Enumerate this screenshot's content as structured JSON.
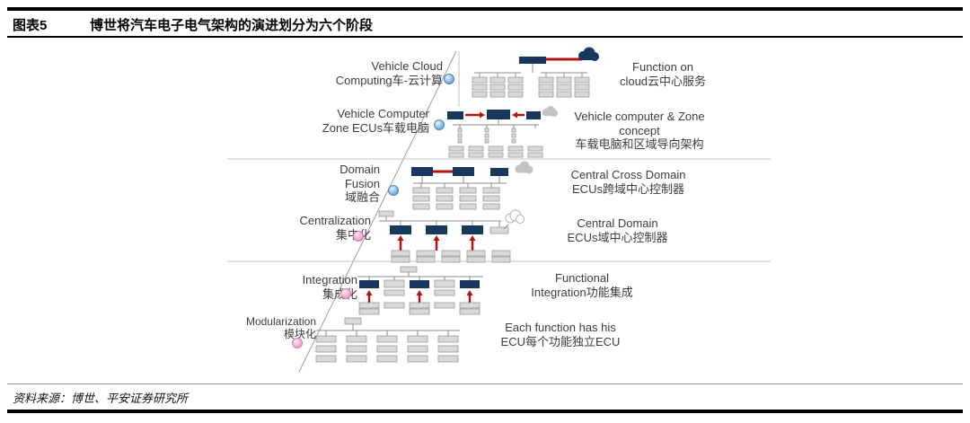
{
  "figure": {
    "label": "图表5",
    "title": "博世将汽车电子电气架构的演进划分为六个阶段",
    "source": "资料来源：博世、平安证券研究所"
  },
  "diagram": {
    "stages": [
      {
        "name": "vehicle-cloud-computing",
        "left_label": "Vehicle Cloud\nComputing车-云计算",
        "right_label": "Function on\ncloud云中心服务",
        "dot_color": "#6aa7dd"
      },
      {
        "name": "vehicle-computer-zone-ecus",
        "left_label": "Vehicle Computer\nZone ECUs车载电脑",
        "right_label": "Vehicle computer & Zone\nconcept\n车载电脑和区域导向架构",
        "dot_color": "#6aa7dd"
      },
      {
        "name": "domain-fusion",
        "left_label": "Domain\nFusion\n域融合",
        "right_label": "Central Cross Domain\nECUs跨域中心控制器",
        "dot_color": "#6aa7dd"
      },
      {
        "name": "centralization",
        "left_label": "Centralization\n集中化",
        "right_label": "Central Domain\nECUs域中心控制器",
        "dot_color": "#ef9ec6"
      },
      {
        "name": "integration",
        "left_label": "Integration\n集成化",
        "right_label": "Functional\nIntegration功能集成",
        "dot_color": "#ef9ec6"
      },
      {
        "name": "modularization",
        "left_label": "Modularization\n模块化",
        "right_label": "Each function has his\nECU每个功能独立ECU",
        "dot_color": "#ef9ec6"
      }
    ],
    "colors": {
      "ecu_dark_blue": "#17375d",
      "link_red": "#b01513",
      "box_gray": "#d9d9d9",
      "dot_blue": "#6aa7dd",
      "dot_pink": "#ef9ec6"
    }
  }
}
